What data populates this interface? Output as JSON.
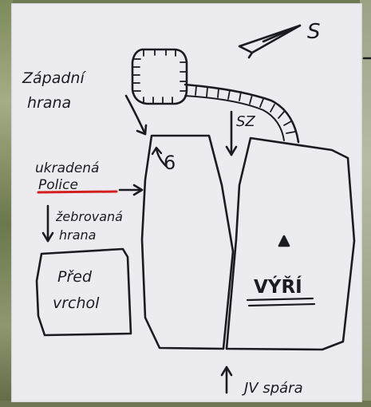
{
  "compass": {
    "label": "S"
  },
  "labels": {
    "west_edge": [
      "Západní",
      "hrana"
    ],
    "nw": "SZ",
    "stolen_ledge": [
      "ukradená",
      "Police"
    ],
    "ribbed_edge": [
      "žebrovaná",
      "hrana"
    ],
    "fore_summit": [
      "Před",
      "vrchol"
    ],
    "route_number": "6",
    "summit_name": "VÝŘÍ",
    "se_crack": "JV spára"
  },
  "colors": {
    "ink": "#1b1b22",
    "highlight": "#d41f1f",
    "paper": "#ebebf0"
  }
}
